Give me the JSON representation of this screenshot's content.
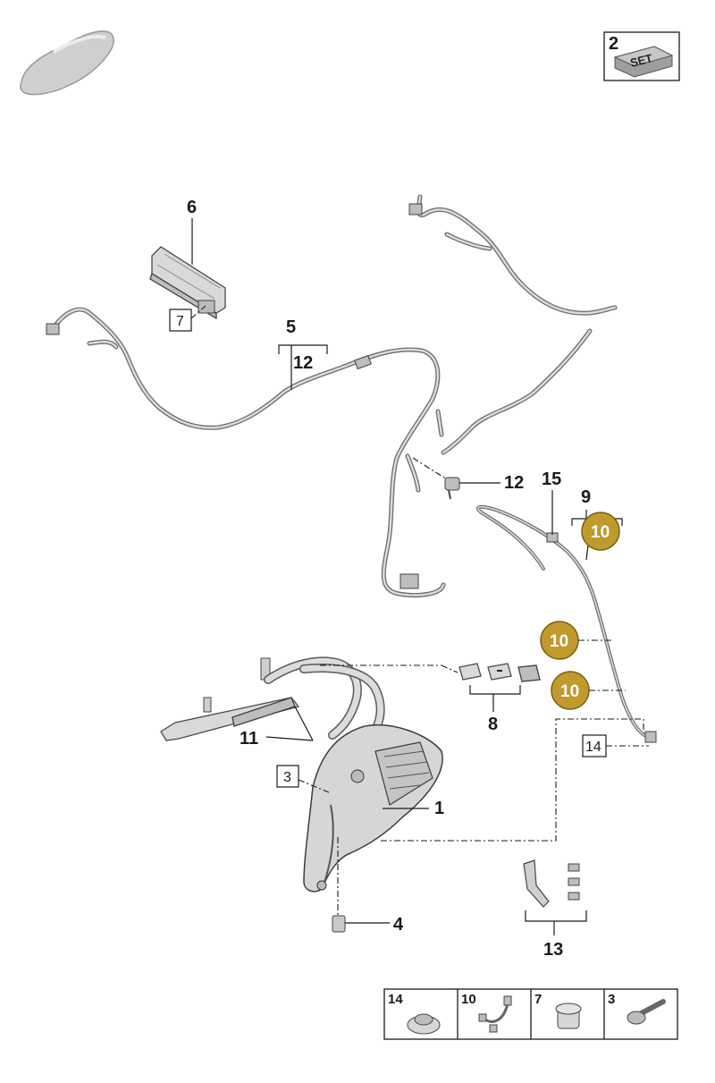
{
  "callouts": {
    "c1": "1",
    "c2": "2",
    "c3": "3",
    "c4": "4",
    "c5": "5",
    "c6": "6",
    "c7": "7",
    "c8": "8",
    "c9": "9",
    "c10a": "10",
    "c10b": "10",
    "c10c": "10",
    "c11": "11",
    "c12a": "12",
    "c12b": "12",
    "c13": "13",
    "c14": "14",
    "c15": "15"
  },
  "set_badge": {
    "number": "2",
    "label": "SET"
  },
  "legend": [
    {
      "number": "14",
      "icon": "flange-nut-icon"
    },
    {
      "number": "10",
      "icon": "wire-connector-icon"
    },
    {
      "number": "7",
      "icon": "collar-nut-icon"
    },
    {
      "number": "3",
      "icon": "bolt-icon"
    }
  ],
  "colors": {
    "badge_fill": "#c19a2e",
    "badge_stroke": "#7a5e12",
    "line": "#1a1a1a",
    "part_gray": "#d9d9d9"
  }
}
